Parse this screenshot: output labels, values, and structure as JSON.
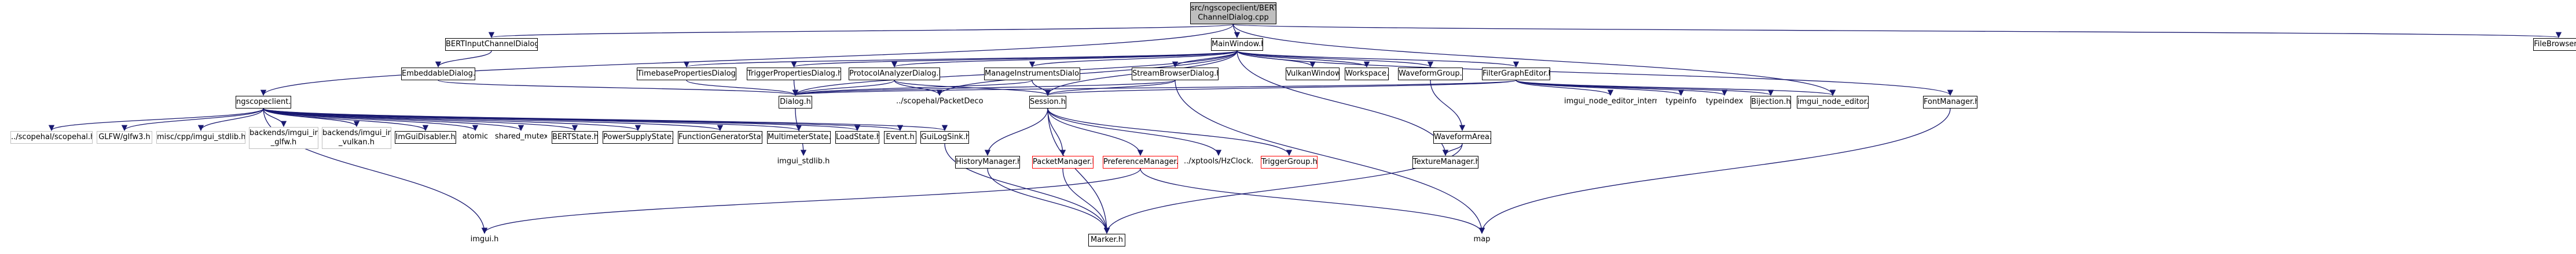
{
  "nodes": {
    "root_l1": "src/ngscopeclient/BERTInput",
    "root_l2": "ChannelDialog.cpp",
    "bert_dialog": "BERTInputChannelDialog.h",
    "mainwindow": "MainWindow.h",
    "filebrowser": "FileBrowser.h",
    "embeddable": "EmbeddableDialog.h",
    "timebase": "TimebasePropertiesDialog.h",
    "trigprops": "TriggerPropertiesDialog.h",
    "protoanalyzer": "ProtocolAnalyzerDialog.h",
    "manageinstr": "ManageInstrumentsDialog.h",
    "streambrowser": "StreamBrowserDialog.h",
    "vulkanwindow": "VulkanWindow.h",
    "workspace": "Workspace.h",
    "waveformgroup": "WaveformGroup.h",
    "filtergraph": "FilterGraphEditor.h",
    "ngscopeclient": "ngscopeclient.h",
    "dialog": "Dialog.h",
    "packetdecoder": "../scopehal/PacketDecoder.h",
    "session": "Session.h",
    "waveformarea": "WaveformArea.h",
    "nodeeditor_internal": "imgui_node_editor_internal.h",
    "typeinfo": "typeinfo",
    "typeindex": "typeindex",
    "bijection": "Bijection.h",
    "nodeeditor": "imgui_node_editor.h",
    "fontmanager": "FontManager.h",
    "scopehal": "../scopehal/scopehal.h",
    "glfw": "GLFW/glfw3.h",
    "misccpp": "misc/cpp/imgui_stdlib.h",
    "bk_glfw_l1": "backends/imgui_impl",
    "bk_glfw_l2": "_glfw.h",
    "bk_vulkan_l1": "backends/imgui_impl",
    "bk_vulkan_l2": "_vulkan.h",
    "imguidisabler": "ImGuiDisabler.h",
    "atomic": "atomic",
    "shared_mutex": "shared_mutex",
    "bertstate": "BERTState.h",
    "powersupply": "PowerSupplyState.h",
    "funcgen": "FunctionGeneratorState.h",
    "multimeter": "MultimeterState.h",
    "loadstate": "LoadState.h",
    "event": "Event.h",
    "guilogsink": "GuiLogSink.h",
    "imgui_stdlib": "imgui_stdlib.h",
    "history": "HistoryManager.h",
    "packetmgr": "PacketManager.h",
    "prefmgr": "PreferenceManager.h",
    "hzclock": "../xptools/HzClock.h",
    "triggergroup": "TriggerGroup.h",
    "texturemgr": "TextureManager.h",
    "imgui": "imgui.h",
    "marker": "Marker.h",
    "map": "map"
  }
}
